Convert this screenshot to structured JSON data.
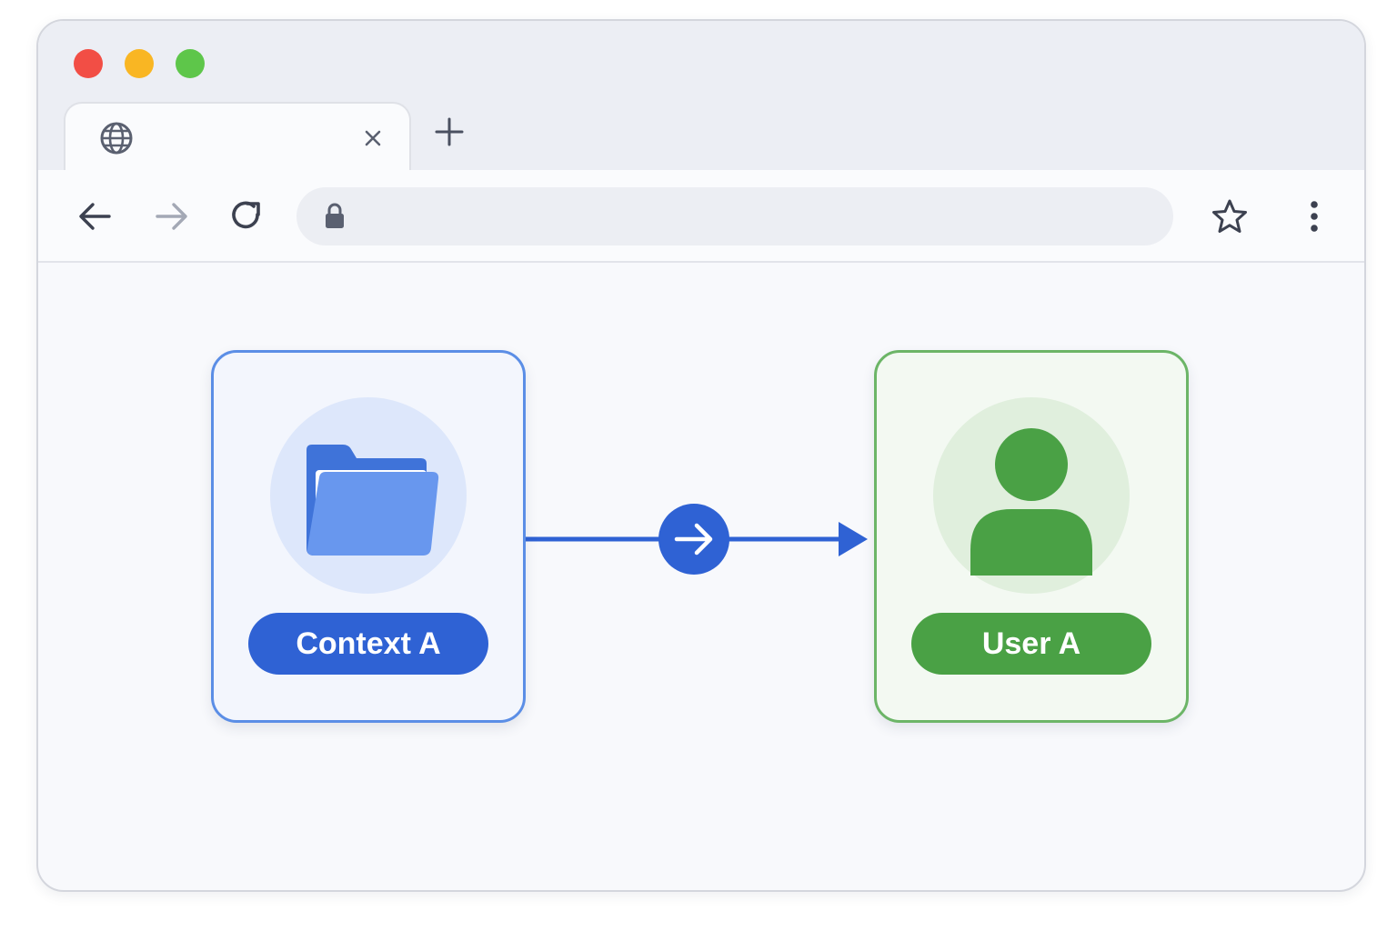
{
  "window": {
    "traffic_lights": [
      "close",
      "minimize",
      "maximize"
    ],
    "tab": {
      "title": "",
      "icon": "globe-icon",
      "close_icon": "close-icon"
    },
    "new_tab_icon": "plus-icon"
  },
  "toolbar": {
    "back_icon": "arrow-left-icon",
    "forward_icon": "arrow-right-icon",
    "reload_icon": "reload-icon",
    "address": {
      "lock_icon": "lock-icon",
      "url": ""
    },
    "bookmark_icon": "star-icon",
    "menu_icon": "kebab-menu-icon"
  },
  "diagram": {
    "source": {
      "label": "Context A",
      "icon": "folder-icon",
      "color": "#2f62d4"
    },
    "target": {
      "label": "User A",
      "icon": "person-icon",
      "color": "#4aa145"
    },
    "connector_icon": "arrow-right-icon"
  },
  "colors": {
    "blue": "#2f62d4",
    "green": "#4aa145",
    "close": "#f24e45",
    "minimize": "#f9b623",
    "maximize": "#5ec64a"
  }
}
